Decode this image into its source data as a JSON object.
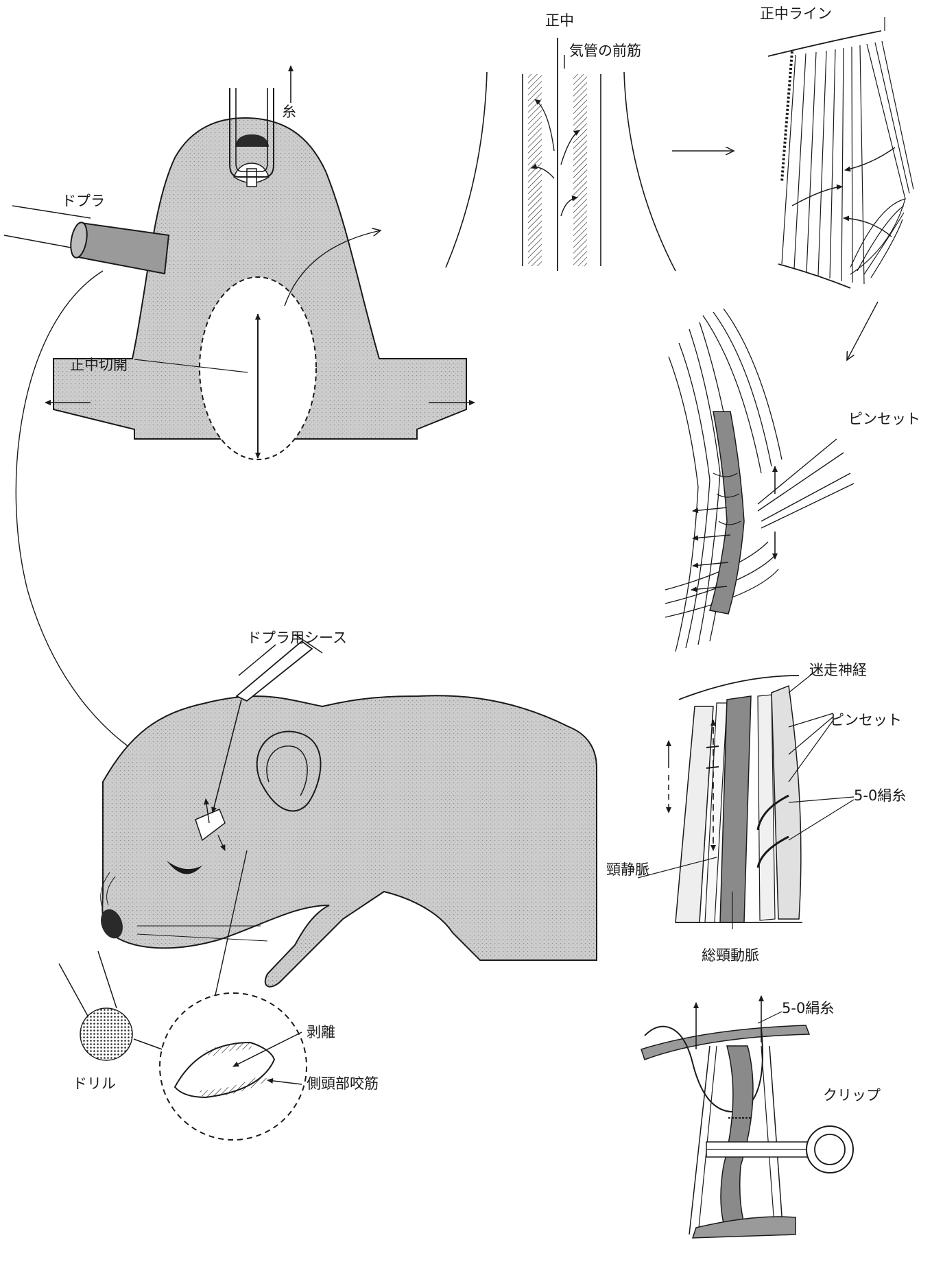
{
  "labels": {
    "ito": "糸",
    "dopura": "ドプラ",
    "seichu_sekkai": "正中切開",
    "dopura_sheath": "ドプラ用シース",
    "drill": "ドリル",
    "hakuri": "剥離",
    "sokutoubu_koukin": "側頭部咬筋",
    "seichu": "正中",
    "kikan_zenkin": "気管の前筋",
    "seichu_line": "正中ライン",
    "pinset_1": "ピンセット",
    "meisou_shinkei": "迷走神経",
    "pinset_2": "ピンセット",
    "kenshi_1": "5-0絹糸",
    "keijoumyaku": "頸静脈",
    "soukeidoumyaku": "総頸動脈",
    "kenshi_2": "5-0絹糸",
    "clip": "クリップ"
  },
  "colors": {
    "ink": "#1a1a1a",
    "fur": "#c8c8c8",
    "vessel": "#8a8a8a",
    "paper": "#ffffff"
  }
}
